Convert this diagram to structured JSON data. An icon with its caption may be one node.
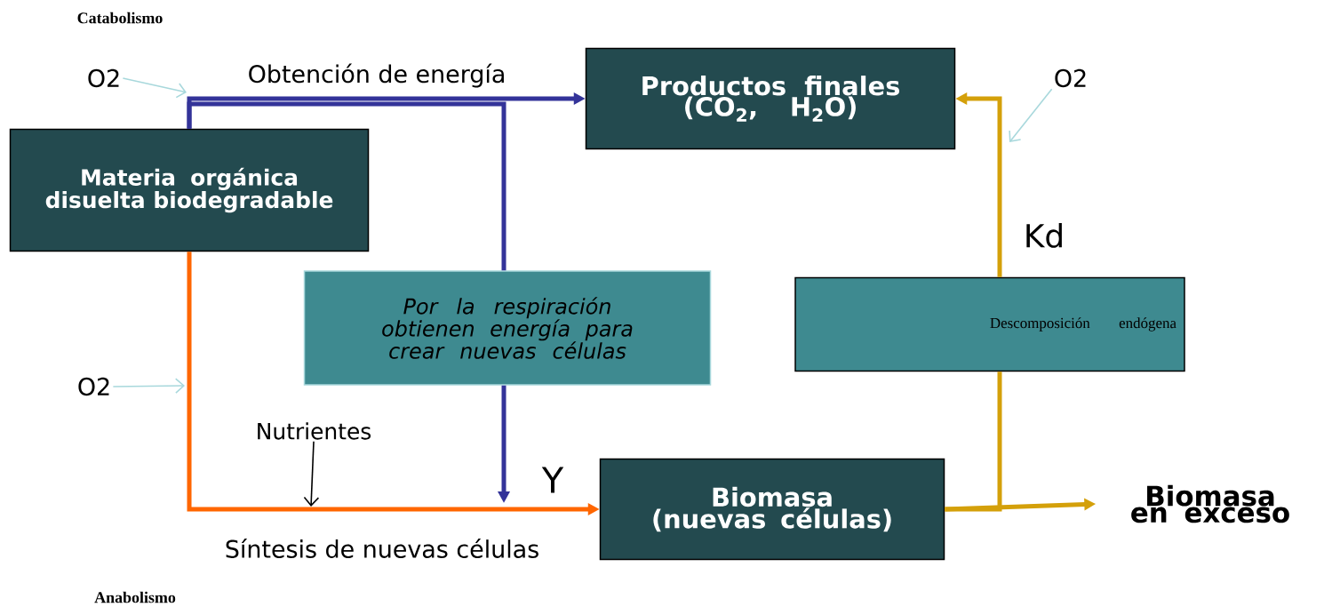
{
  "diagram": {
    "nodes": [
      {
        "text": [
          "Materia orgánica disuelta biodegradable"
        ]
      },
      {
        "text": [
          "Productos finales (CO$_{2}$, H$_{2}$O)"
        ]
      },
      {
        "text": [
          "Por la respiración obtienen energía para crear nuevas células"
        ]
      },
      {
        "text": [
          "Descomposición endógena"
        ]
      },
      {
        "text": [
          "Biomasa (nuevas células)"
        ]
      },
      {
        "text": [
          "Biomasa en exceso"
        ]
      },
      {
        "text": [
          "O2"
        ]
      },
      {
        "text": [
          "O2"
        ]
      },
      {
        "text": [
          "O2"
        ]
      },
      {
        "text": [
          "Nutrientes"
        ]
      }
    ],
    "edges": [
      {
        "from": 0,
        "to": 1,
        "arrow": "to",
        "label": "Obtención de energía",
        "color": "#333399"
      },
      {
        "from": 0,
        "to": 2,
        "arrow": "none",
        "color": "#333399"
      },
      {
        "from": 2,
        "to": null,
        "arrow": "to",
        "color": "#333399"
      },
      {
        "from": 0,
        "to": 4,
        "arrow": "to",
        "label": "Síntesis de nuevas células",
        "color": "#ff6600"
      },
      {
        "from": 4,
        "to": 5,
        "arrow": "to",
        "color": "#d4a00a"
      },
      {
        "from": 4,
        "to": 3,
        "arrow": "none",
        "color": "#d4a00a"
      },
      {
        "from": 3,
        "to": 1,
        "arrow": "to",
        "label": "Kd",
        "color": "#d4a00a"
      },
      {
        "from": 6,
        "to": null,
        "arrow": "to",
        "color": "#a8d8dc"
      },
      {
        "from": 7,
        "to": null,
        "arrow": "to",
        "color": "#a8d8dc"
      },
      {
        "from": 8,
        "to": null,
        "arrow": "to",
        "color": "#a8d8dc"
      },
      {
        "from": 9,
        "to": null,
        "arrow": "to",
        "color": "#000000"
      }
    ],
    "labels": [
      "Catabolismo",
      "Y",
      "Anabolismo"
    ]
  }
}
